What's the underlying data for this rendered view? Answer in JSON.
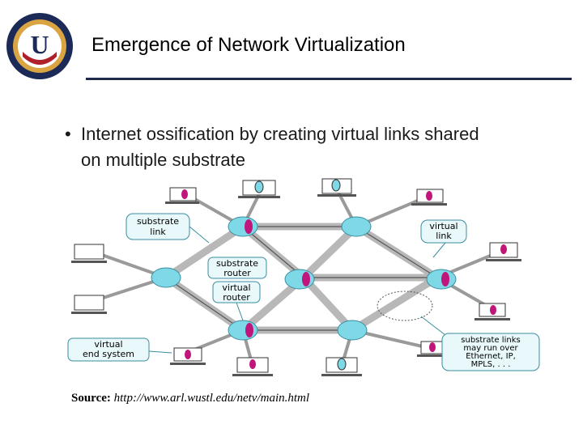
{
  "slide": {
    "title": "Emergence of Network Virtualization",
    "bullet": "Internet ossification by creating virtual links shared on multiple substrate",
    "bullet_marker": "•",
    "source_label": "Source:",
    "source_url": "http://www.arl.wustl.edu/netv/main.html"
  },
  "logo": {
    "letter": "U"
  },
  "diagram": {
    "callouts": {
      "substrate_link": [
        "substrate",
        "link"
      ],
      "virtual_link": [
        "virtual",
        "link"
      ],
      "substrate_router": [
        "substrate",
        "router"
      ],
      "virtual_router": [
        "virtual",
        "router"
      ],
      "virtual_end_system": [
        "virtual",
        "end system"
      ],
      "substrate_links_note": [
        "substrate links",
        "may run over",
        "Ethernet, IP,",
        "MPLS, . . ."
      ]
    },
    "colors": {
      "router": "#7fd8e6",
      "virtual_router": "#c0157a",
      "callout": "#e8f8fb",
      "link": "#b8b8b8"
    }
  }
}
